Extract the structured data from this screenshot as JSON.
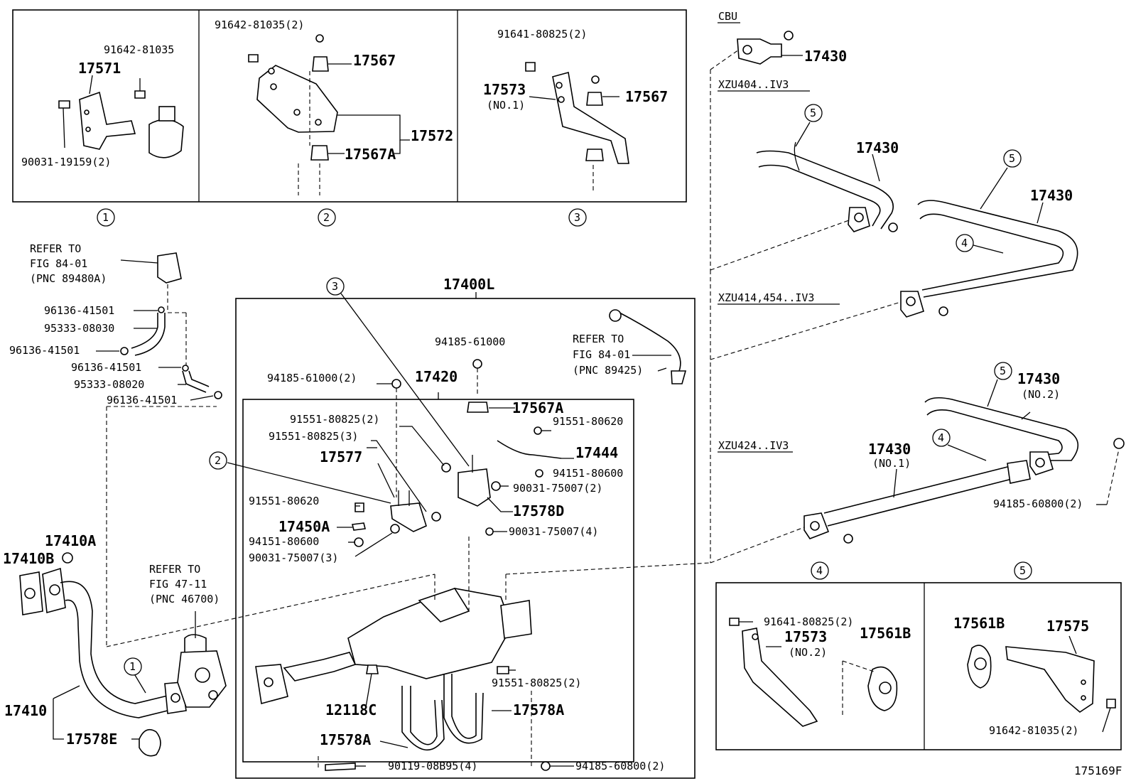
{
  "labels": {
    "p91642_81035_2_top": "91642-81035(2)",
    "p91642_81035": "91642-81035",
    "p17571": "17571",
    "p90031_19159_2": "90031-19159(2)",
    "p17567_b2": "17567",
    "p17572": "17572",
    "p17567A_b2": "17567A",
    "p91641_80825_2_b3": "91641-80825(2)",
    "p17573_b3": "17573",
    "no1_b3": "(NO.1)",
    "p17567_b3": "17567",
    "c1": "1",
    "c2": "2",
    "c3": "3",
    "cbu": "CBU",
    "p17430_cbu": "17430",
    "xzu404": "XZU404..IV3",
    "p17430_a": "17430",
    "p17430_b": "17430",
    "xzu414": "XZU414,454..IV3",
    "p17430_c": "17430",
    "no2_c": "(NO.2)",
    "xzu424": "XZU424..IV3",
    "p17430_d": "17430",
    "no1_d": "(NO.1)",
    "p94185_60800_2_r": "94185-60800(2)",
    "c4_r1": "4",
    "c5_r1": "5",
    "c5_r2": "5",
    "c4_r2": "4",
    "c5_r3": "5",
    "c4_box": "4",
    "c5_box": "5",
    "p91641_80825_2_b4": "91641-80825(2)",
    "p17573_b4": "17573",
    "no2_b4": "(NO.2)",
    "p17561B_b4": "17561B",
    "p17561B_b5": "17561B",
    "p17575": "17575",
    "p91642_81035_2_b5": "91642-81035(2)",
    "refer1_a": "REFER TO",
    "refer1_b": "FIG 84-01",
    "refer1_c": "(PNC 89480A)",
    "p96136_41501_a": "96136-41501",
    "p95333_08030": "95333-08030",
    "p96136_41501_b": "96136-41501",
    "p96136_41501_c": "96136-41501",
    "p95333_08020": "95333-08020",
    "p96136_41501_d": "96136-41501",
    "p17400L": "17400L",
    "c3_main": "3",
    "c2_main": "2",
    "c1_main": "1",
    "p94185_61000": "94185-61000",
    "refer2_a": "REFER TO",
    "refer2_b": "FIG 84-01",
    "refer2_c": "(PNC 89425)",
    "p94185_61000_2": "94185-61000(2)",
    "p17420": "17420",
    "p17567A_main": "17567A",
    "p91551_80825_2": "91551-80825(2)",
    "p91551_80620_a": "91551-80620",
    "p91551_80825_3": "91551-80825(3)",
    "p17444": "17444",
    "p17577": "17577",
    "p94151_80600_a": "94151-80600",
    "p90031_75007_2": "90031-75007(2)",
    "p91551_80620_b": "91551-80620",
    "p17578D": "17578D",
    "p17450A": "17450A",
    "p90031_75007_4": "90031-75007(4)",
    "p94151_80600_b": "94151-80600",
    "p90031_75007_3": "90031-75007(3)",
    "p17410A": "17410A",
    "p17410B": "17410B",
    "refer3_a": "REFER TO",
    "refer3_b": "FIG 47-11",
    "refer3_c": "(PNC 46700)",
    "p17410": "17410",
    "p17578E": "17578E",
    "p91551_80825_2_b": "91551-80825(2)",
    "p12118C": "12118C",
    "p17578A_a": "17578A",
    "p17578A_b": "17578A",
    "p90119_08B95_4": "90119-08B95(4)",
    "p94185_60800_2_b": "94185-60800(2)",
    "figure_id": "175169F"
  }
}
